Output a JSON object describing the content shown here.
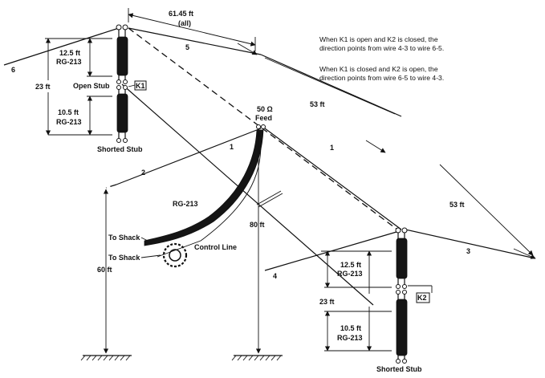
{
  "notes": {
    "line1": "When K1 is open and K2 is closed, the",
    "line2": "direction points from wire 4-3 to wire 6-5.",
    "line3": "When K1 is closed and K2 is open, the",
    "line4": "direction points from wire 6-5 to wire 4-3."
  },
  "dimensions": {
    "spacing": "61.45 ft",
    "spacing_sub": "(all)",
    "wire5_length": "53 ft",
    "wire3_length": "53 ft",
    "left_stub_open": "12.5 ft",
    "left_stub_open_cable": "RG-213",
    "left_stub_shorted": "10.5 ft",
    "left_stub_shorted_cable": "RG-213",
    "left_total": "23 ft",
    "right_stub_open": "12.5 ft",
    "right_stub_open_cable": "RG-213",
    "right_stub_shorted": "10.5 ft",
    "right_stub_shorted_cable": "RG-213",
    "right_total": "23 ft",
    "center_height": "80 ft",
    "end_height": "60 ft"
  },
  "labels": {
    "open_stub": "Open Stub",
    "shorted_stub_left": "Shorted Stub",
    "shorted_stub_right": "Shorted Stub",
    "feed_impedance": "50 Ω",
    "feed": "Feed",
    "coax": "RG-213",
    "control_line": "Control Line",
    "to_shack_1": "To Shack",
    "to_shack_2": "To Shack",
    "relay_k1": "K1",
    "relay_k2": "K2"
  },
  "wires": {
    "w1": "1",
    "w1b": "1",
    "w2": "2",
    "w3": "3",
    "w4": "4",
    "w5": "5",
    "w6": "6"
  }
}
